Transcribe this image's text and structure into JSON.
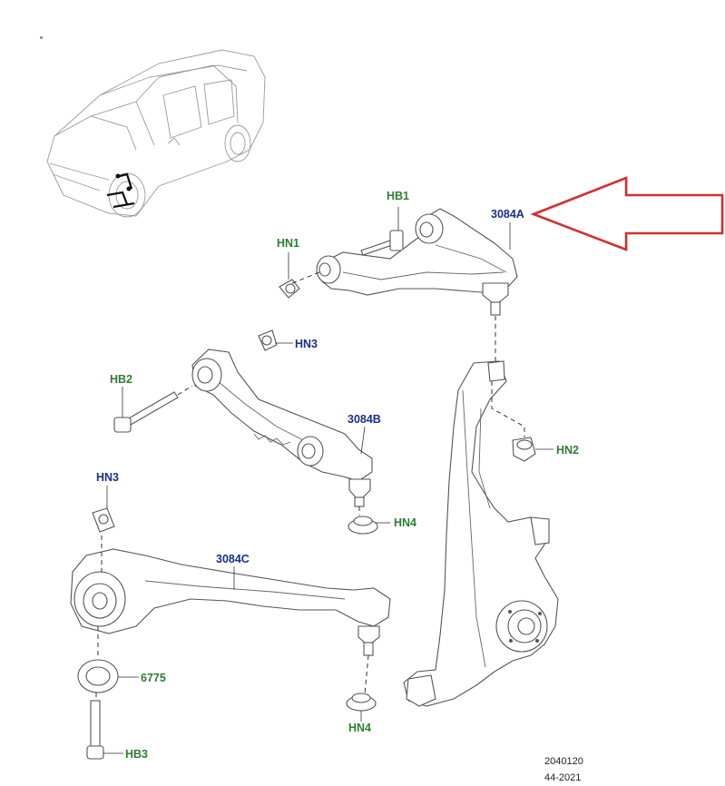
{
  "accent_color": "#d32f2f",
  "label_colors": {
    "part_number": "#1a2f8a",
    "hardware": "#2e7d32"
  },
  "labels": {
    "hb1": "HB1",
    "hn1": "HN1",
    "arm_upper": "3084A",
    "hn3_upper": "HN3",
    "hb2": "HB2",
    "arm_mid": "3084B",
    "hn2": "HN2",
    "hn3_lower": "HN3",
    "hn4_upper": "HN4",
    "arm_lower": "3084C",
    "bushing": "6775",
    "hn4_lower": "HN4",
    "hb3": "HB3"
  },
  "footer": {
    "line1": "2040120",
    "line2": "44-2021"
  }
}
